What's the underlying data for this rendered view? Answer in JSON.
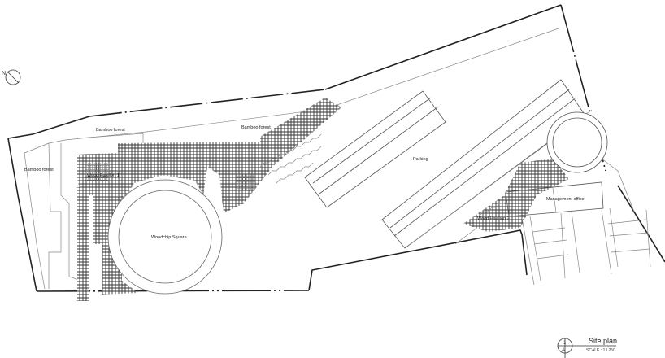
{
  "drawing": {
    "labels": {
      "bamboo_forest_left": "Bamboo forest",
      "bamboo_forest_top": "Bamboo forest",
      "bamboo_forest_right": "Bamboo forest",
      "wood_pavilion_1": "Wood Pavilion 1",
      "woodchip_square": "Woodchip Square",
      "parking": "Parking",
      "management_office": "Management office",
      "wood_pavilion_2": "Wood Pavilion 2"
    },
    "north_arrow": {
      "letter": "N"
    },
    "title_block": {
      "title": "Site plan",
      "scale": "SCALE : 1 / 250",
      "marker_number": "1",
      "marker_sheet": "A"
    }
  }
}
